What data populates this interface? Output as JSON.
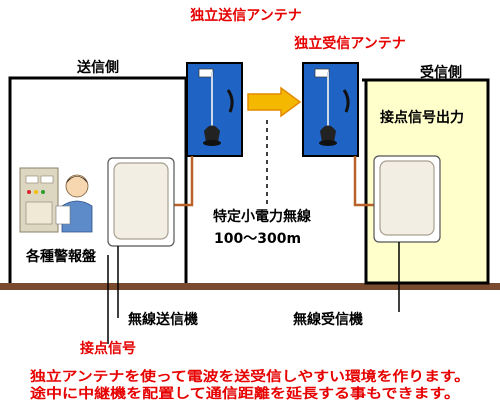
{
  "labels": {
    "tx_antenna_title": "独立送信アンテナ",
    "rx_antenna_title": "独立受信アンテナ",
    "tx_side": "送信側",
    "rx_side": "受信側",
    "contact_output": "接点信号出力",
    "radio_type": "特定小電力無線",
    "radio_range": "100〜300m",
    "alarm_panel": "各種警報盤",
    "transmitter": "無線送信機",
    "receiver": "無線受信機",
    "contact_signal": "接点信号"
  },
  "notes": {
    "line1": "独立アンテナを使って電波を送受信しやすい環境を作ります。",
    "line2": "途中に中継機を配置して通信距離を延長する事もできます。"
  },
  "colors": {
    "red_text": "#e60000",
    "rx_box_fill": "#ffffcc",
    "ground": "#7a4a2e",
    "antenna_bg": "#1f63c4",
    "arrow_fill": "#f5b800",
    "arrow_stroke": "#e38a00",
    "device_fill": "#f2eee4"
  }
}
